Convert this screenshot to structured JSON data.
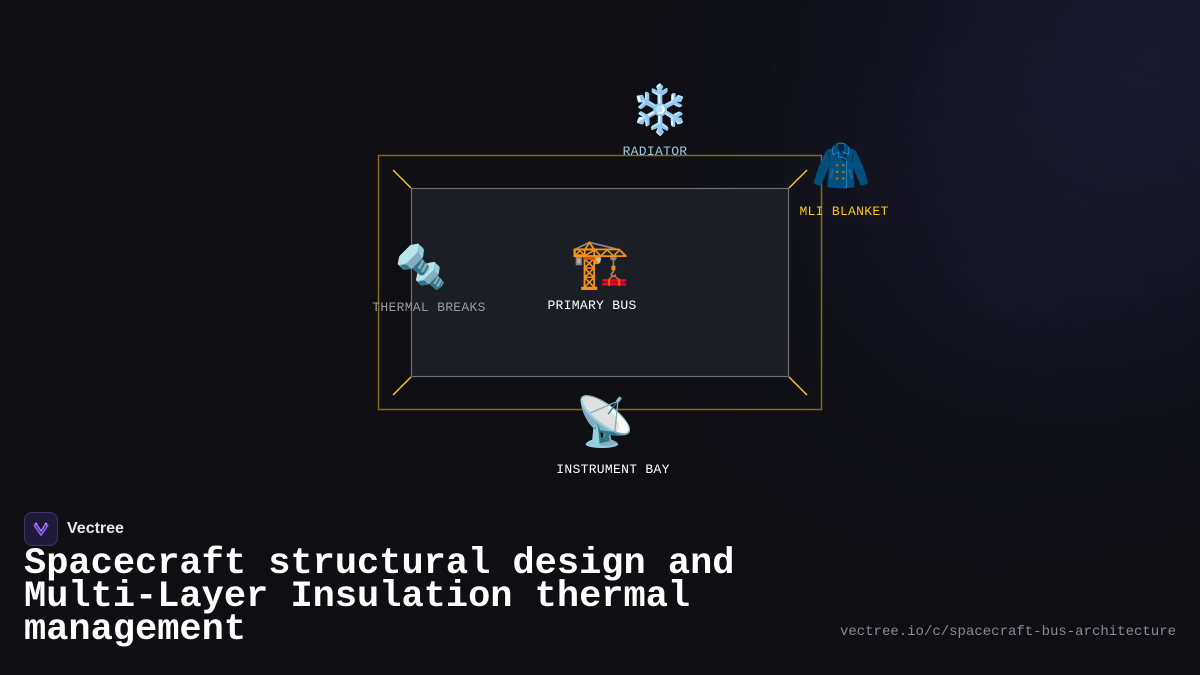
{
  "brand": {
    "name": "Vectree"
  },
  "title": "Spacecraft structural design and Multi-Layer Insulation thermal management",
  "url": "vectree.io/c/spacecraft-bus-architecture",
  "colors": {
    "outer_frame": "#8a6a10",
    "corner_accent": "#f5c518",
    "inner_box_fill": "#1b1e25",
    "inner_box_stroke": "#6e7078",
    "radiator_label": "#9fc7e8",
    "mli_label": "#f5c518",
    "thermal_label": "#9a9aa2",
    "primary_label": "#ffffff",
    "instrument_label": "#ffffff"
  },
  "nodes": {
    "radiator": {
      "icon": "snowflake-icon",
      "glyph": "❄️",
      "label": "RADIATOR"
    },
    "mli_blanket": {
      "icon": "coat-icon",
      "glyph": "🧥",
      "label": "MLI BLANKET"
    },
    "thermal_breaks": {
      "icon": "nut-and-bolt-icon",
      "glyph": "🔩",
      "label": "THERMAL BREAKS"
    },
    "primary_bus": {
      "icon": "construction-crane-icon",
      "glyph": "🏗️",
      "label": "PRIMARY BUS"
    },
    "instrument_bay": {
      "icon": "satellite-dish-icon",
      "glyph": "📡",
      "label": "INSTRUMENT BAY"
    }
  }
}
